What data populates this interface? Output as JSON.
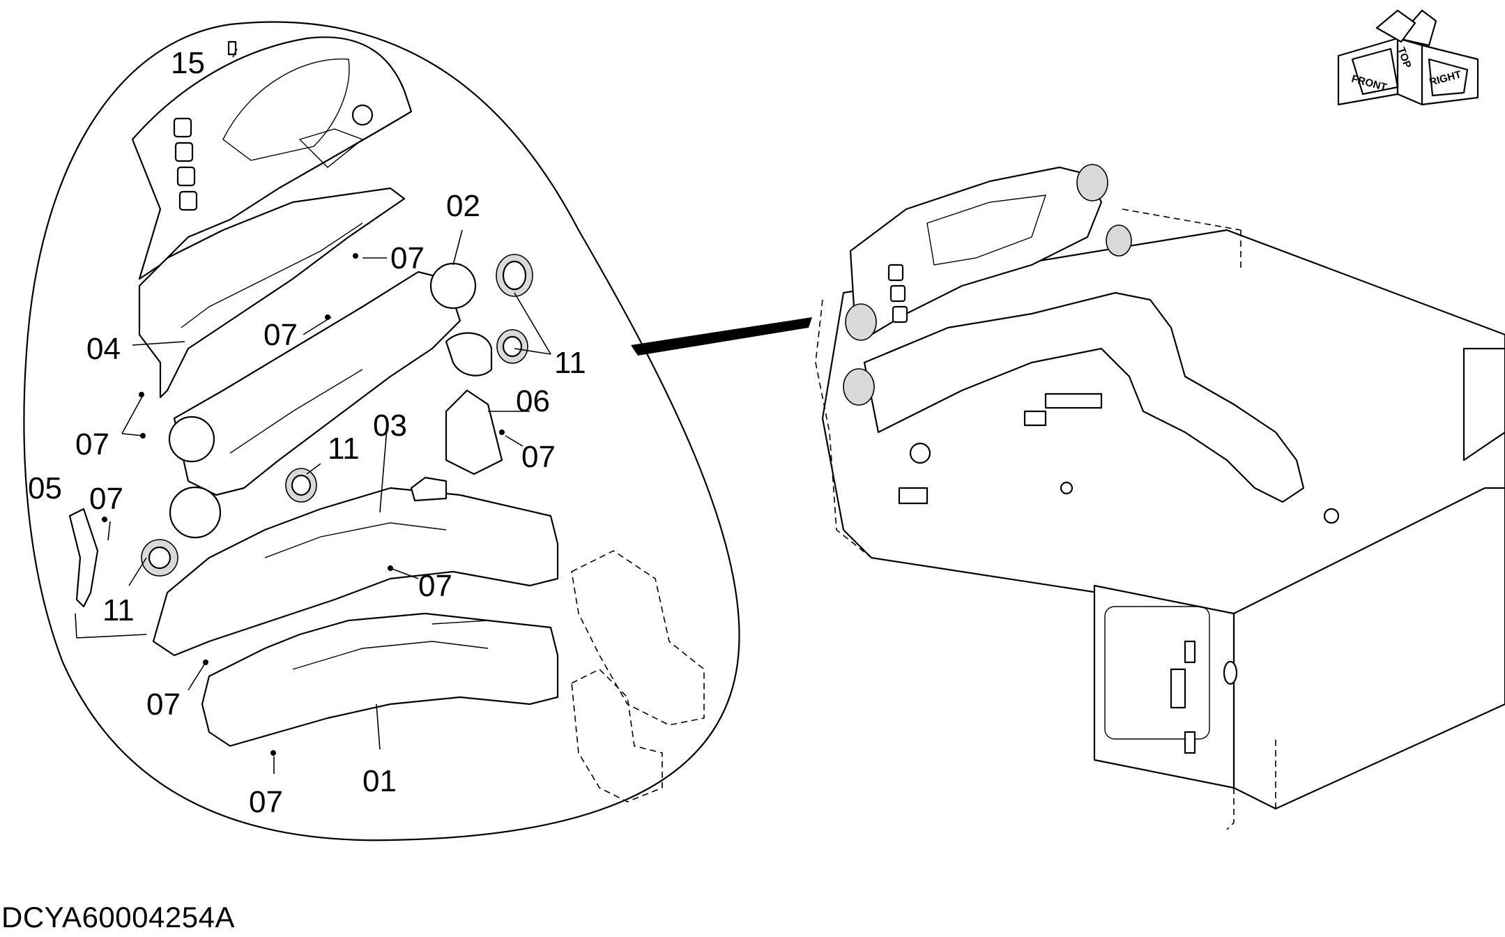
{
  "diagram_id": "DCYA60004254A",
  "orientation": {
    "top": "TOP",
    "front": "FRONT",
    "right": "RIGHT"
  },
  "callouts": [
    {
      "id": "15",
      "label": "15"
    },
    {
      "id": "02",
      "label": "02"
    },
    {
      "id": "07a",
      "label": "07"
    },
    {
      "id": "07b",
      "label": "07"
    },
    {
      "id": "04",
      "label": "04"
    },
    {
      "id": "11a",
      "label": "11"
    },
    {
      "id": "06",
      "label": "06"
    },
    {
      "id": "03",
      "label": "03"
    },
    {
      "id": "07c",
      "label": "07"
    },
    {
      "id": "11b",
      "label": "11"
    },
    {
      "id": "07d",
      "label": "07"
    },
    {
      "id": "05",
      "label": "05"
    },
    {
      "id": "07e",
      "label": "07"
    },
    {
      "id": "07f",
      "label": "07"
    },
    {
      "id": "11c",
      "label": "11"
    },
    {
      "id": "07g",
      "label": "07"
    },
    {
      "id": "07h",
      "label": "07"
    },
    {
      "id": "01",
      "label": "01"
    }
  ]
}
